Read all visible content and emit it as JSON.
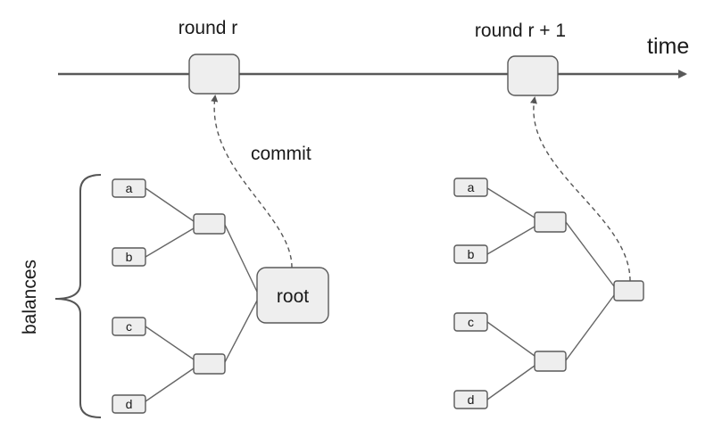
{
  "diagram": {
    "time_label": "time",
    "rounds": [
      {
        "label": "round r"
      },
      {
        "label": "round r + 1"
      }
    ],
    "commit_label": "commit",
    "balances_label": "balances",
    "trees": [
      {
        "leaves": [
          "a",
          "b",
          "c",
          "d"
        ],
        "root_label": "root"
      },
      {
        "leaves": [
          "a",
          "b",
          "c",
          "d"
        ],
        "root_label": ""
      }
    ]
  }
}
